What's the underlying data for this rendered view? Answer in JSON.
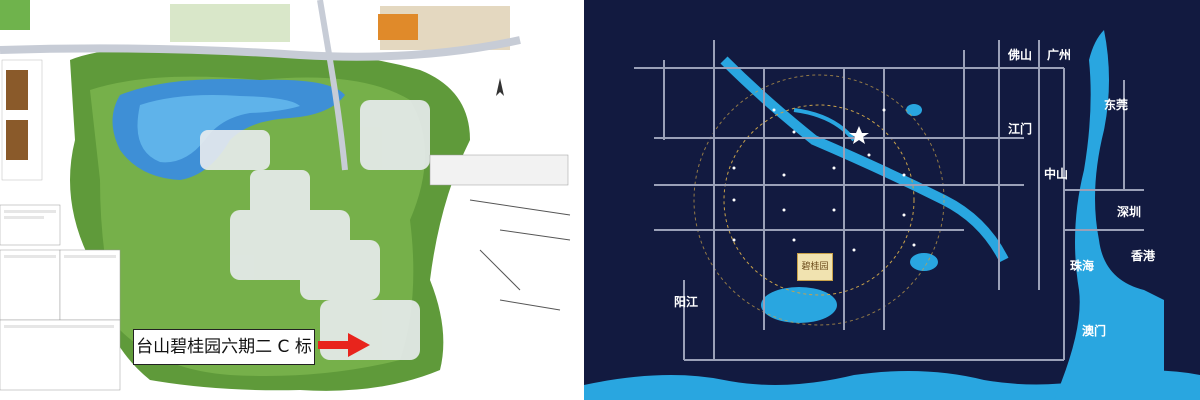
{
  "left_panel": {
    "callout_label": "台山碧桂园六期二 C 标"
  },
  "right_panel": {
    "cities": {
      "foshan": "佛山",
      "guangzhou": "广州",
      "dongguan": "东莞",
      "jiangmen": "江门",
      "zhongshan": "中山",
      "shenzhen": "深圳",
      "zhuhai": "珠海",
      "hongkong": "香港",
      "macau": "澳门",
      "yangjiang": "阳江"
    },
    "project_logo": "碧桂园"
  },
  "colors": {
    "map_background": "#121a40",
    "river": "#29a6e0",
    "road": "#9aa0b8",
    "road_label_bg": "#f4e8b8",
    "arrow": "#e8241c"
  }
}
